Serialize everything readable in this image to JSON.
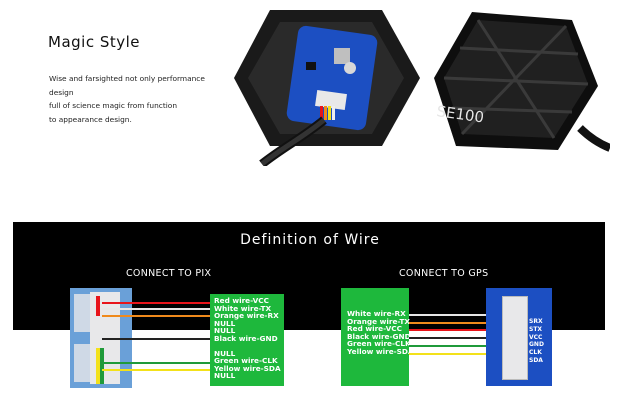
{
  "header": {
    "title": "Magic Style",
    "description_lines": [
      "Wise and farsighted not only performance design",
      "full of science magic from function",
      "to appearance design."
    ]
  },
  "product": {
    "model_text": "SE100"
  },
  "wire_section": {
    "title": "Definition of Wire",
    "pix": {
      "heading": "CONNECT TO PIX",
      "lines": [
        "Red wire-VCC",
        "White wire-TX",
        "Orange wire-RX",
        "NULL",
        "NULL",
        "Black wire-GND",
        "",
        "NULL",
        "Green wire-CLK",
        "Yellow wire-SDA",
        "NULL"
      ]
    },
    "gps": {
      "heading": "CONNECT TO GPS",
      "lines": [
        "White wire-RX",
        "Orange wire-TX",
        "Red wire-VCC",
        "Black wire-GND",
        "Green wire-CLK",
        "Yellow wire-SDA"
      ],
      "pin_labels": [
        "SRX",
        "STX",
        "VCC",
        "GND",
        "CLK",
        "SDA"
      ]
    },
    "wire_colors": {
      "red": "#e8141a",
      "white": "#f2f2f2",
      "orange": "#f08a1c",
      "black": "#222222",
      "green": "#1f9a3a",
      "yellow": "#f3e11a",
      "label_green": "#1eb83c"
    }
  }
}
